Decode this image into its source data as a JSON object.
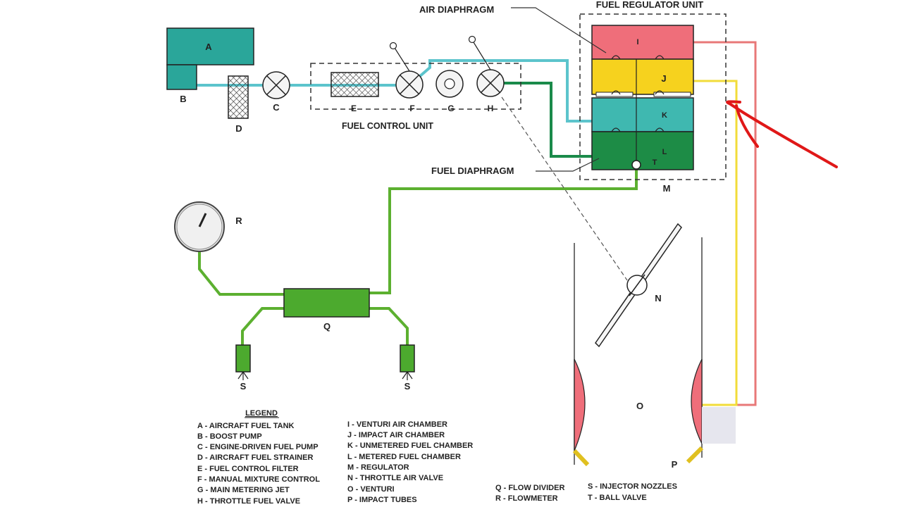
{
  "colors": {
    "light_fuel_line": "#5cc4cc",
    "dark_fuel_line": "#1a8a4a",
    "metered_fuel_line": "#5cb030",
    "air_line_red": "#e87878",
    "air_line_yellow": "#f2dc3a",
    "venturi_chamber": "#ef6e7a",
    "impact_chamber": "#f6d21e",
    "unmetered_chamber": "#3fb8b0",
    "metered_chamber": "#1d8c46",
    "tank": "#2aa69a",
    "flow_divider": "#4caa2e",
    "annotation_arrow": "#e01818"
  },
  "labels": {
    "A": "A",
    "B": "B",
    "C": "C",
    "D": "D",
    "E": "E",
    "F": "F",
    "G": "G",
    "H": "H",
    "I": "I",
    "J": "J",
    "K": "K",
    "L": "L",
    "M": "M",
    "N": "N",
    "O": "O",
    "P": "P",
    "Q": "Q",
    "R": "R",
    "S": "S",
    "T": "T"
  },
  "titles": {
    "air_diaphragm": "AIR DIAPHRAGM",
    "fuel_regulator_unit": "FUEL REGULATOR UNIT",
    "fuel_control_unit": "FUEL CONTROL UNIT",
    "fuel_diaphragm": "FUEL DIAPHRAGM"
  },
  "legend": {
    "title": "LEGEND",
    "col1": [
      "A - AIRCRAFT FUEL TANK",
      "B - BOOST PUMP",
      "C - ENGINE-DRIVEN FUEL PUMP",
      "D - AIRCRAFT FUEL STRAINER",
      "E - FUEL CONTROL FILTER",
      "F - MANUAL MIXTURE CONTROL",
      "G - MAIN METERING JET",
      "H - THROTTLE FUEL VALVE"
    ],
    "col2": [
      "I - VENTURI AIR CHAMBER",
      "J - IMPACT AIR CHAMBER",
      "K - UNMETERED FUEL CHAMBER",
      "L - METERED FUEL CHAMBER",
      "M - REGULATOR",
      "N - THROTTLE AIR VALVE",
      "O - VENTURI",
      "P - IMPACT TUBES"
    ],
    "col3": [
      "Q - FLOW DIVIDER",
      "R - FLOWMETER"
    ],
    "col4": [
      "S - INJECTOR NOZZLES",
      "T - BALL VALVE"
    ]
  }
}
